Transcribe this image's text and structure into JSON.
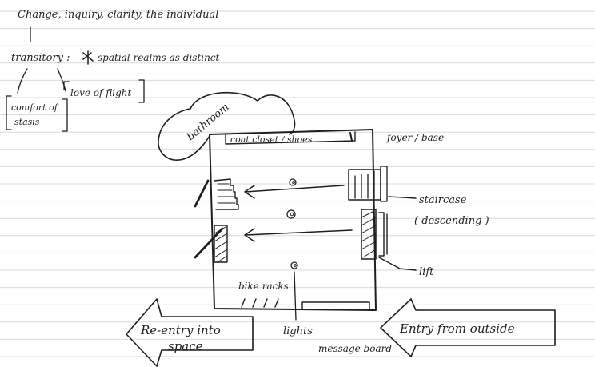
{
  "colors": {
    "ink": "#1e1e1e",
    "ruling": "#d9d9d9",
    "paper": "#ffffff"
  },
  "notes": {
    "line1": "Change, inquiry, clarity, the individual",
    "line2_a": "transitory :",
    "line2_b": "spatial realms as distinct",
    "bracket_left_1": "comfort of",
    "bracket_left_2": "stasis",
    "bracket_right": "love of flight"
  },
  "labels": {
    "bathroom": "bathroom",
    "coat_closet": "coat closet / shoes",
    "foyer": "foyer / base",
    "staircase_1": "staircase",
    "staircase_2": "( descending )",
    "lift": "lift",
    "bike_racks": "bike racks",
    "lights": "lights",
    "message_board": "message board",
    "reentry_1": "Re-entry into",
    "reentry_2": "space",
    "entry": "Entry from outside"
  }
}
